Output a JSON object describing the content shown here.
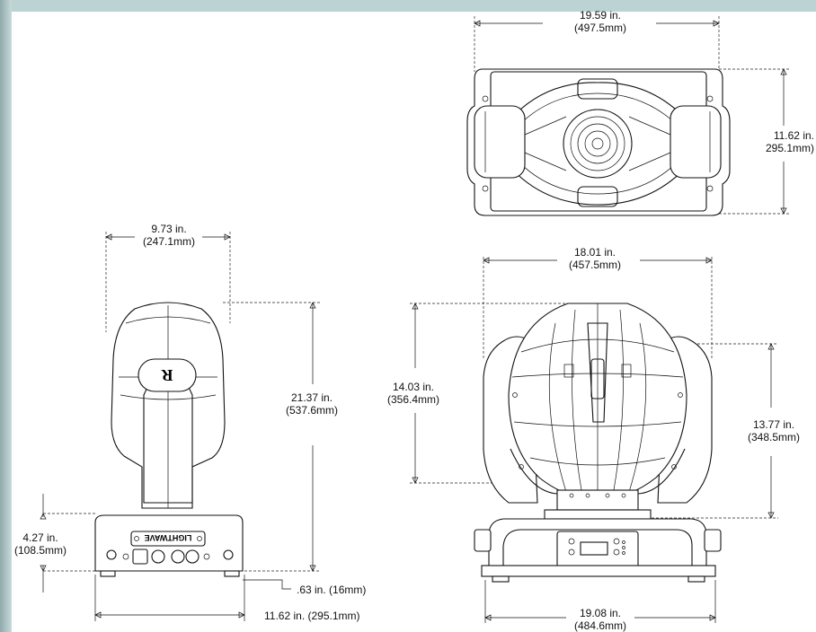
{
  "dimensions": {
    "top_width": {
      "line1": "19.59 in.",
      "line2": "(497.5mm)"
    },
    "top_depth": {
      "line1": "11.62 in.",
      "line2": "295.1mm)"
    },
    "side_head_width": {
      "line1": "9.73 in.",
      "line2": "(247.1mm)"
    },
    "side_height": {
      "line1": "21.37 in.",
      "line2": "(537.6mm)"
    },
    "side_base_height": {
      "line1": "4.27 in.",
      "line2": "(108.5mm)"
    },
    "side_foot": {
      "line1": ".63 in. (16mm)"
    },
    "side_base_width": {
      "line1": "11.62 in. (295.1mm)"
    },
    "front_yoke_width": {
      "line1": "18.01 in.",
      "line2": "(457.5mm)"
    },
    "front_head_height": {
      "line1": "14.03 in.",
      "line2": "(356.4mm)"
    },
    "front_yoke_height": {
      "line1": "13.77 in.",
      "line2": "(348.5mm)"
    },
    "front_base_width": {
      "line1": "19.08 in.",
      "line2": "(484.6mm)"
    }
  },
  "logos": {
    "side_badge": "LIGHTWAVE",
    "side_head_mark": "R"
  }
}
